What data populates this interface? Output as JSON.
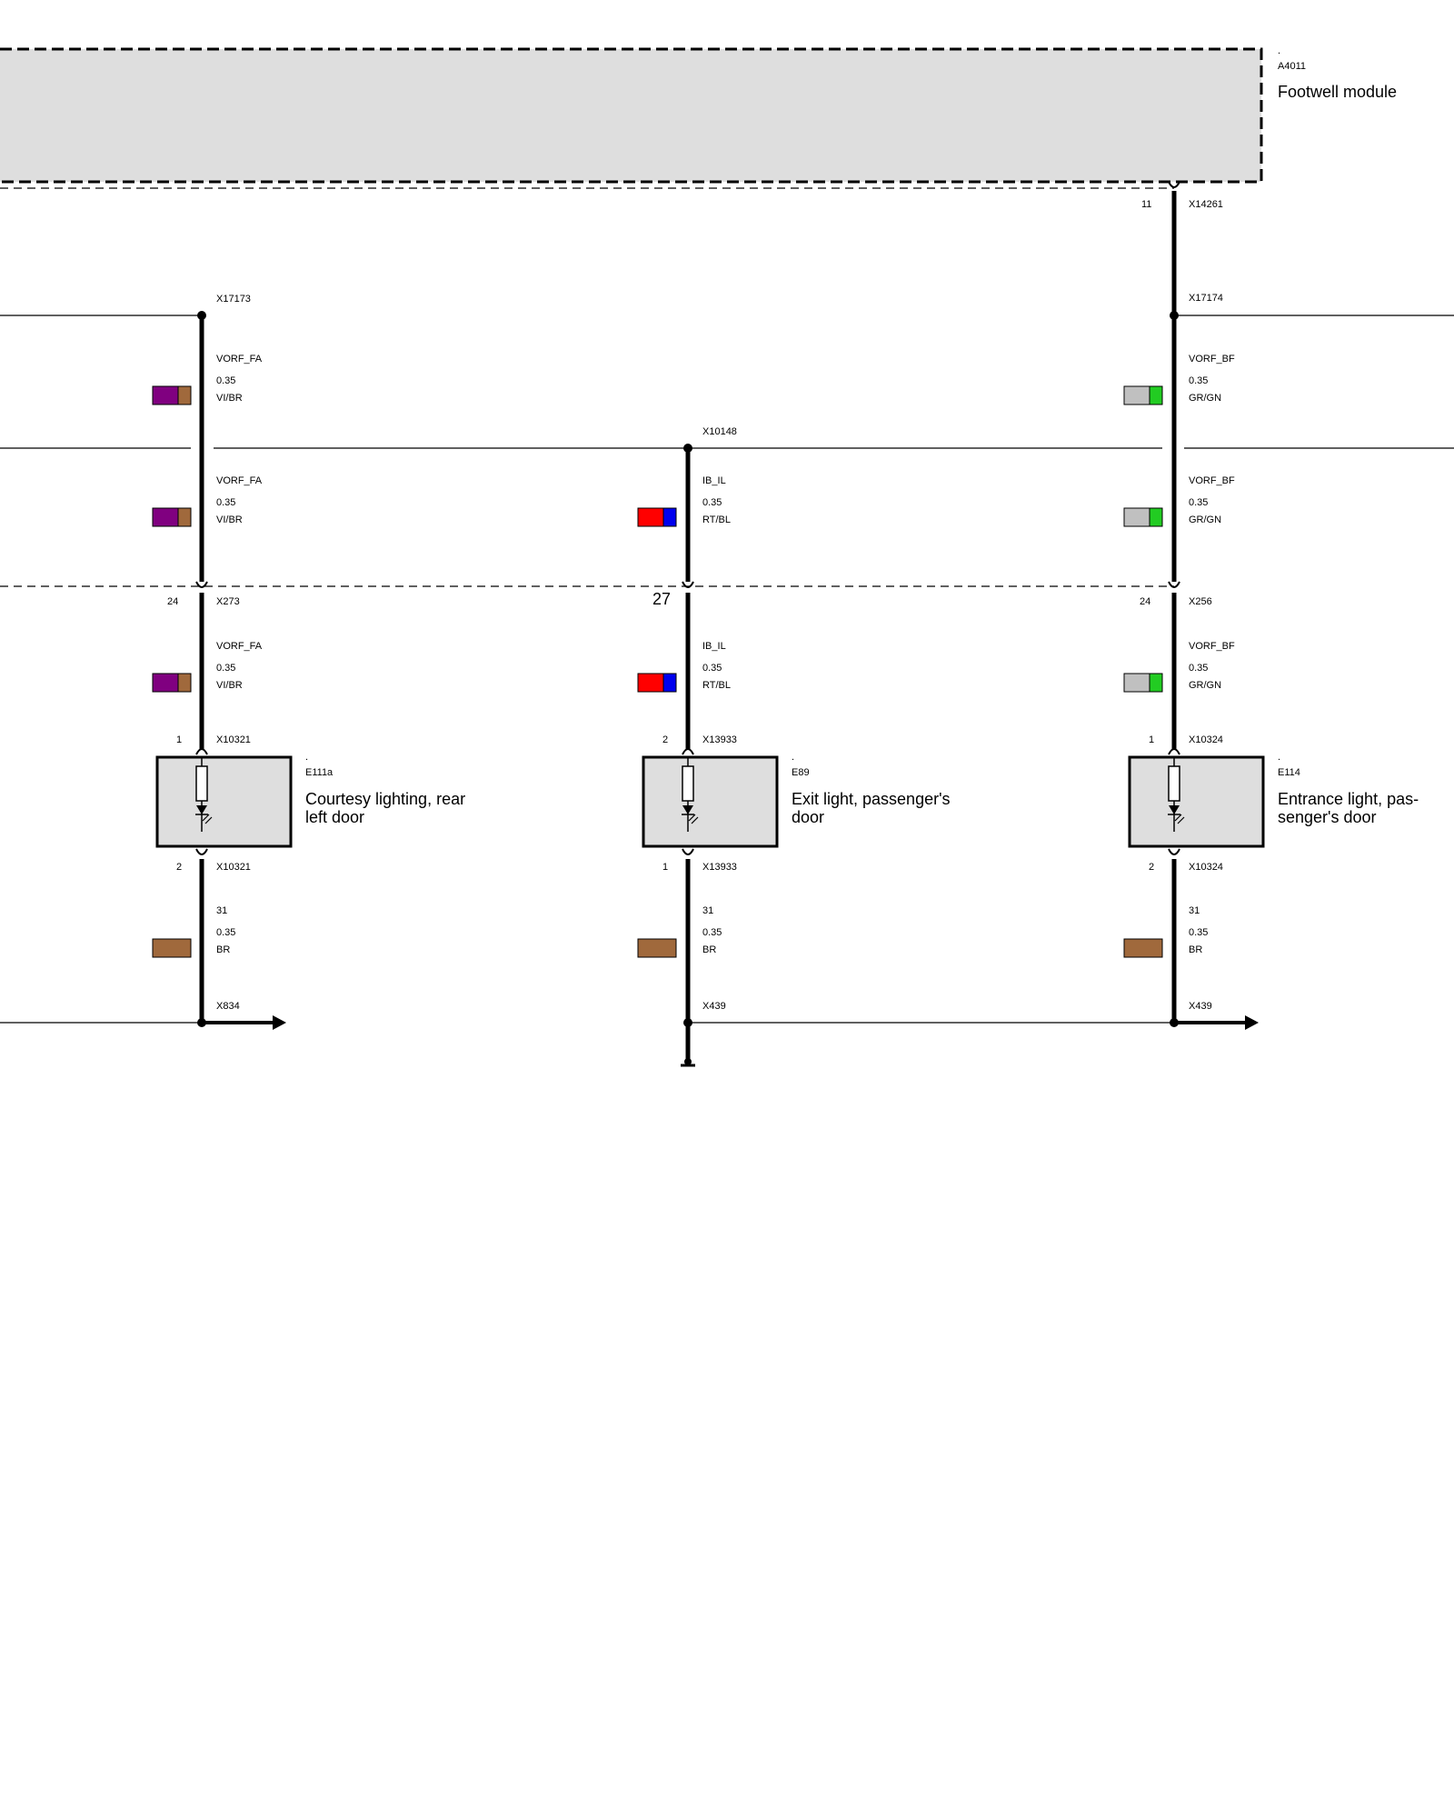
{
  "module": {
    "dot": ".",
    "code": "A4011",
    "name": "Footwell module",
    "pin": "11",
    "connector": "X14261"
  },
  "colors": {
    "vi": "#800080",
    "br": "#a0693c",
    "gr": "#c0c0c0",
    "gn": "#22cc22",
    "rt": "#ff0000",
    "bl": "#0000ee",
    "module_fill": "#dedede"
  },
  "circuits": [
    {
      "splice": "X17173",
      "seg1": {
        "signal": "VORF_FA",
        "size": "0.35",
        "color": "VI/BR"
      },
      "seg2": {
        "signal": "VORF_FA",
        "size": "0.35",
        "color": "VI/BR"
      },
      "plug_pin": "24",
      "plug": "X273",
      "seg3": {
        "signal": "VORF_FA",
        "size": "0.35",
        "color": "VI/BR"
      },
      "comp_pin_top": "1",
      "comp_conn_top": "X10321",
      "comp_dot": ".",
      "comp_code": "E111a",
      "comp_name_1": "Courtesy lighting, rear",
      "comp_name_2": "left door",
      "comp_pin_bottom": "2",
      "comp_conn_bottom": "X10321",
      "seg4": {
        "signal": "31",
        "size": "0.35",
        "color": "BR"
      },
      "ground": "X834"
    },
    {
      "splice": "X10148",
      "seg2": {
        "signal": "IB_IL",
        "size": "0.35",
        "color": "RT/BL"
      },
      "plug_pin": "27",
      "seg3": {
        "signal": "IB_IL",
        "size": "0.35",
        "color": "RT/BL"
      },
      "comp_pin_top": "2",
      "comp_conn_top": "X13933",
      "comp_dot": ".",
      "comp_code": "E89",
      "comp_name_1": "Exit light, passenger's",
      "comp_name_2": "door",
      "comp_pin_bottom": "1",
      "comp_conn_bottom": "X13933",
      "seg4": {
        "signal": "31",
        "size": "0.35",
        "color": "BR"
      },
      "ground": "X439"
    },
    {
      "splice": "X17174",
      "seg1": {
        "signal": "VORF_BF",
        "size": "0.35",
        "color": "GR/GN"
      },
      "seg2": {
        "signal": "VORF_BF",
        "size": "0.35",
        "color": "GR/GN"
      },
      "plug_pin": "24",
      "plug": "X256",
      "seg3": {
        "signal": "VORF_BF",
        "size": "0.35",
        "color": "GR/GN"
      },
      "comp_pin_top": "1",
      "comp_conn_top": "X10324",
      "comp_dot": ".",
      "comp_code": "E114",
      "comp_name_1": "Entrance light, pas-",
      "comp_name_2": "senger's door",
      "comp_pin_bottom": "2",
      "comp_conn_bottom": "X10324",
      "seg4": {
        "signal": "31",
        "size": "0.35",
        "color": "BR"
      },
      "ground": "X439"
    }
  ]
}
